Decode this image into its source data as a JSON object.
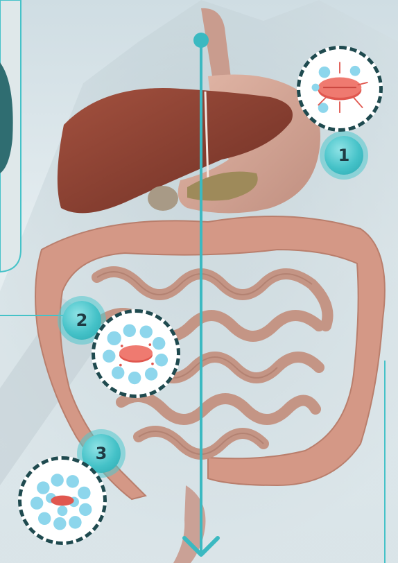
{
  "steps": [
    {
      "number": "1"
    },
    {
      "number": "2"
    },
    {
      "number": "3"
    }
  ],
  "colors": {
    "accent": "#45c2c8",
    "accent_dark": "#1f4a4f",
    "pill": "#e0574f",
    "particle": "#8dd6ec",
    "liver": "#8b4032",
    "intestine": "#c99a8a",
    "colon": "#d79b88"
  }
}
